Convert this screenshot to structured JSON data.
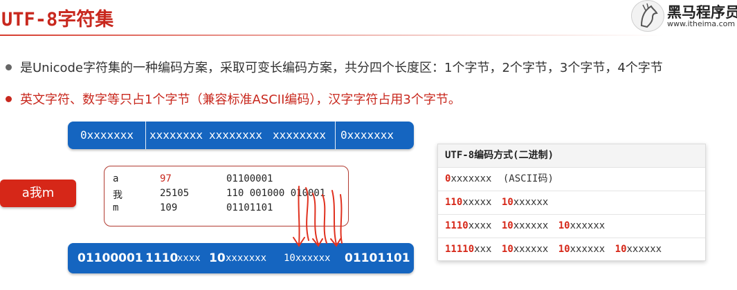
{
  "slide": {
    "title": "UTF-8字符集",
    "logo_text": "黑马程序员",
    "logo_url": "www.itheima.com",
    "bullets": [
      "是Unicode字符集的一种编码方案，采取可变长编码方案，共分四个长度区：1个字节，2个字节，3个字节，4个字节",
      "英文字符、数字等只占1个字节（兼容标准ASCII编码），汉字字符占用3个字节。"
    ],
    "top_bar": [
      "0xxxxxxx",
      "xxxxxxxx",
      "xxxxxxxx",
      "xxxxxxxx",
      "0xxxxxxx"
    ],
    "pill_label": "a我m",
    "code_rows": [
      {
        "char": "a",
        "code": "97",
        "binary": "01100001"
      },
      {
        "char": "我",
        "code": "25105",
        "binary": "110 001000 010001"
      },
      {
        "char": "m",
        "code": "109",
        "binary": "01101101"
      }
    ],
    "bottom_bar": {
      "p1": "01100001",
      "p2a": "1110",
      "p2b": "xxxx",
      "p3a": "10",
      "p3b": "xxxxxxx",
      "p4": "10xxxxxx",
      "p5": "01101101"
    },
    "table": {
      "header": "UTF-8编码方式(二进制)",
      "rows": [
        {
          "prefixes": [
            "0"
          ],
          "bits": [
            "xxxxxxx"
          ],
          "note": " (ASCII码)"
        },
        {
          "prefixes": [
            "110",
            "10"
          ],
          "bits": [
            "xxxxx",
            "xxxxxx"
          ]
        },
        {
          "prefixes": [
            "1110",
            "10",
            "10"
          ],
          "bits": [
            "xxxx",
            "xxxxxx",
            "xxxxxx"
          ]
        },
        {
          "prefixes": [
            "11110",
            "10",
            "10",
            "10"
          ],
          "bits": [
            "xxx",
            "xxxxxx",
            "xxxxxx",
            "xxxxxx"
          ]
        }
      ]
    },
    "colors": {
      "title_red": "#c8281e",
      "bar_blue": "#1565c0",
      "pill_red": "#d62718",
      "prefix_red": "#d62718"
    },
    "icons": {
      "logo": "horse-head-logo-icon",
      "bullet": "bullet-dot-icon",
      "annotation": "hand-drawn-arrows-icon"
    }
  }
}
